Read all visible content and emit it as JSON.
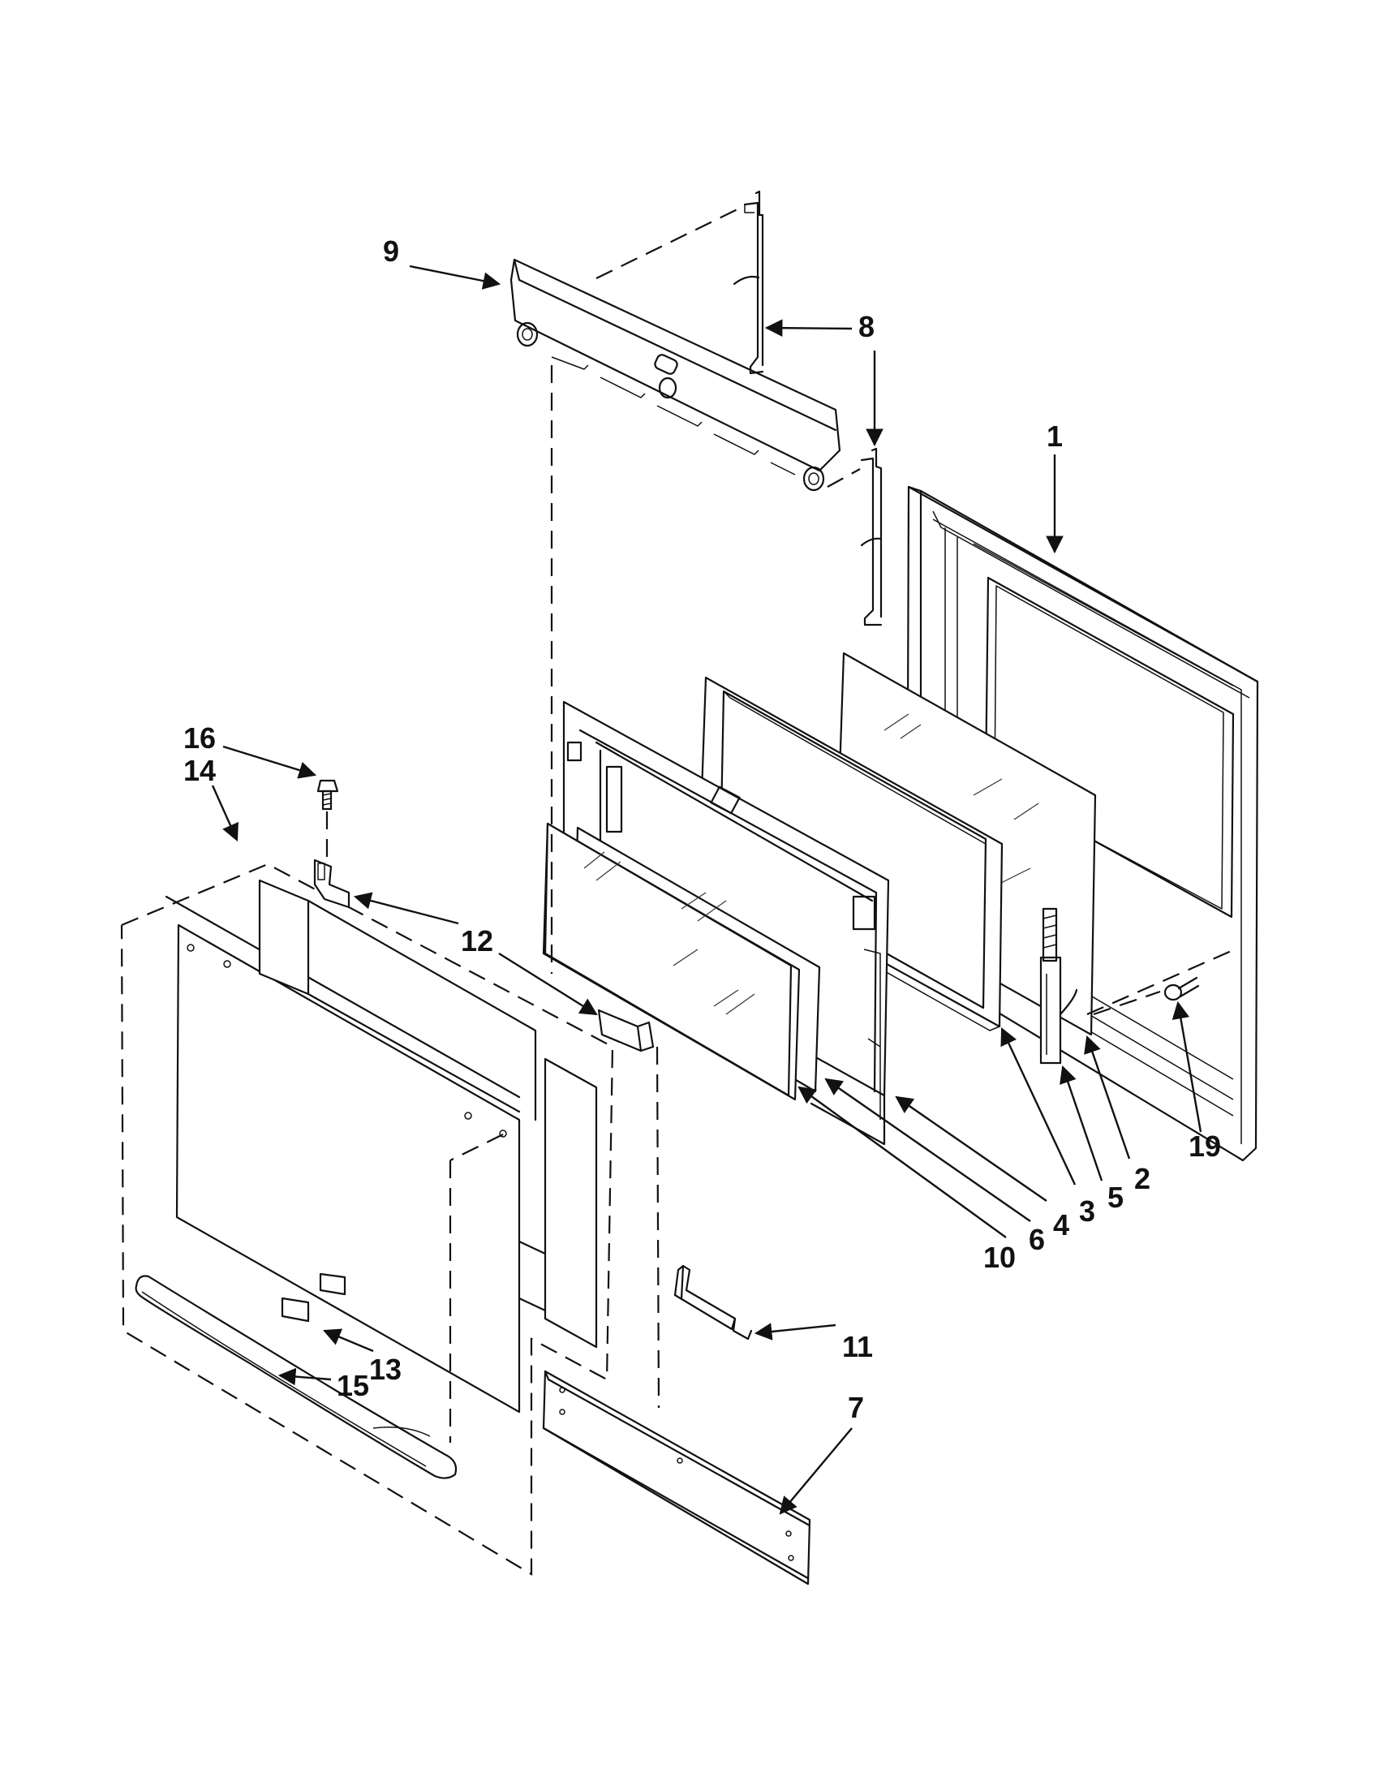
{
  "diagram": {
    "type": "exploded-parts-view",
    "callouts": [
      "1",
      "2",
      "3",
      "4",
      "5",
      "6",
      "7",
      "8",
      "9",
      "10",
      "11",
      "12",
      "13",
      "14",
      "15",
      "16",
      "19"
    ],
    "labels": {
      "p1": "1",
      "p2": "2",
      "p3": "3",
      "p4": "4",
      "p5": "5",
      "p6": "6",
      "p7": "7",
      "p8": "8",
      "p9": "9",
      "p10": "10",
      "p11": "11",
      "p12": "12",
      "p13": "13",
      "p14": "14",
      "p15": "15",
      "p16": "16",
      "p19": "19"
    },
    "colors": {
      "ink": "#111111",
      "paper": "#ffffff"
    }
  }
}
